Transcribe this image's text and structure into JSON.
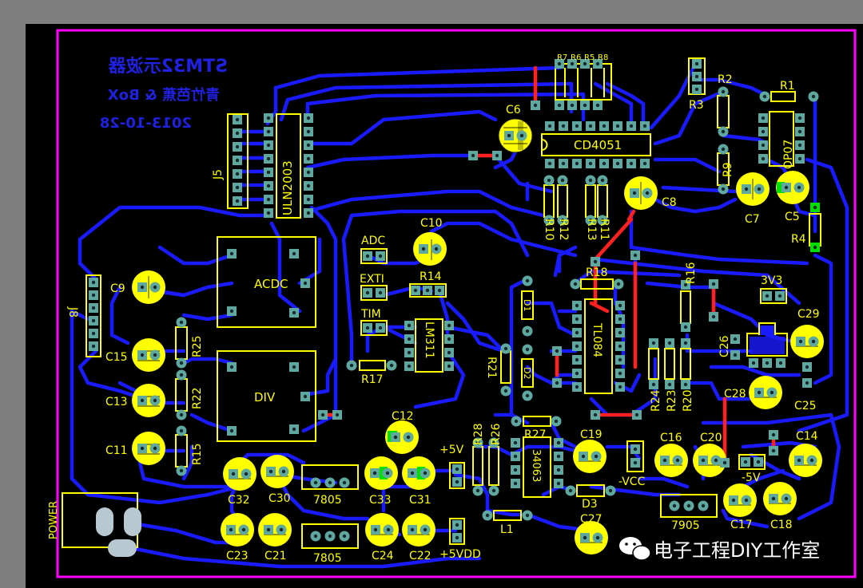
{
  "title": {
    "line1": "STM32示波器",
    "line2": "青竹芭蕉 & BoX",
    "line3": "2013-10-28"
  },
  "watermark": "电子工程DIY工作室",
  "colors": {
    "background": "#7f7f7f",
    "board": "#000000",
    "outline": "#ff00ff",
    "trace": "#1a1aff",
    "top_trace": "#ff2020",
    "silkscreen": "#ffff00",
    "pad": "#5fa8a0",
    "pad_green": "#00e000",
    "title": "#2020e0"
  },
  "labels": {
    "J5": "J5",
    "ULN2003": "ULN2003",
    "R7": "R7",
    "R6": "R6",
    "R5": "R5",
    "R8": "R8",
    "R3": "R3",
    "R2": "R2",
    "R1": "R1",
    "OP07": "OP07",
    "C6": "C6",
    "CD4051": "CD4051",
    "R9": "R9",
    "C7": "C7",
    "C5": "C5",
    "R4": "R4",
    "C8": "C8",
    "R10": "R10",
    "R12": "R12",
    "R13": "R13",
    "R11": "R11",
    "ADC": "ADC",
    "C10": "C10",
    "EXTI": "EXTI",
    "R14": "R14",
    "TIM": "TIM",
    "LM311": "LM311",
    "R17": "R17",
    "ACDC": "ACDC",
    "DIV": "DIV",
    "C9": "C9",
    "J8": "J8",
    "C15": "C15",
    "C13": "C13",
    "C11": "C11",
    "R25": "R25",
    "R22": "R22",
    "R15": "R15",
    "D1": "D1",
    "D2": "D2",
    "R21": "R21",
    "R18": "R18",
    "R16": "R16",
    "TL084": "TL084",
    "3V3": "3V3",
    "C26": "C26",
    "C29": "C29",
    "C25": "C25",
    "C28": "C28",
    "R24": "R24",
    "R23": "R23",
    "R20": "R20",
    "C12": "C12",
    "R28": "R28",
    "R26": "R26",
    "R27": "R27",
    "34063": "34063",
    "C19": "C19",
    "VCC": "-VCC",
    "C16": "C16",
    "C20": "C20",
    "C14": "C14",
    "M5V": "-5V",
    "D3": "D3",
    "L1": "L1",
    "C27": "C27",
    "7905": "7905",
    "C17": "C17",
    "C18": "C18",
    "C32": "C32",
    "C30": "C30",
    "U7805a": "7805",
    "C33": "C33",
    "C31": "C31",
    "P5V": "+5V",
    "C23": "C23",
    "C21": "C21",
    "U7805b": "7805",
    "C24": "C24",
    "C22": "C22",
    "P5VDD": "+5VDD",
    "POWER": "POWER"
  }
}
